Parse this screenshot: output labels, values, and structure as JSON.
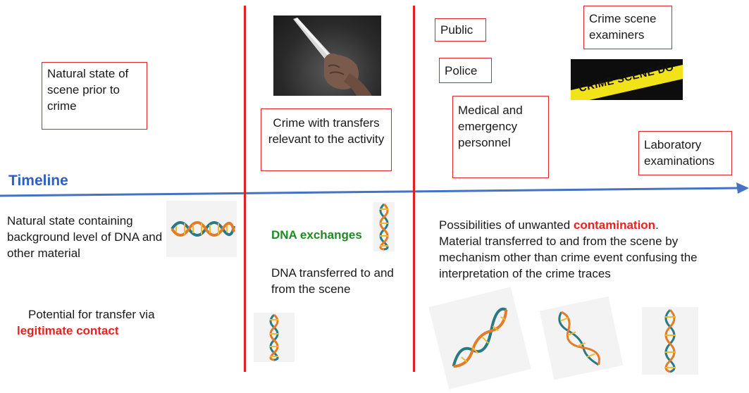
{
  "timeline": {
    "label": "Timeline"
  },
  "boxes": {
    "natural_state": "Natural state of scene prior to crime",
    "crime": "Crime with transfers relevant to the activity",
    "public": "Public",
    "police": "Police",
    "medical": "Medical and emergency personnel",
    "examiners": "Crime scene examiners",
    "laboratory": "Laboratory examinations"
  },
  "images": {
    "tape_text": "CRIME SCENE DO"
  },
  "lower": {
    "background_dna": "Natural state containing background level of DNA and other material",
    "legit_prefix": "Potential for transfer via",
    "legit_highlight": "legitimate contact",
    "dna_exchanges": "DNA exchanges",
    "dna_transferred": "DNA transferred to and from the scene",
    "contam_prefix": "Possibilities of unwanted ",
    "contam_highlight": "contamination",
    "contam_period": ".",
    "contam_rest": "Material transferred to and from the scene by mechanism other than crime event confusing the interpretation of the crime traces"
  },
  "colors": {
    "divider": "#e02020",
    "box_border": "#d8262b",
    "timeline": "#4472c4",
    "highlight_red": "#e8231f",
    "highlight_green": "#1f8a22"
  }
}
